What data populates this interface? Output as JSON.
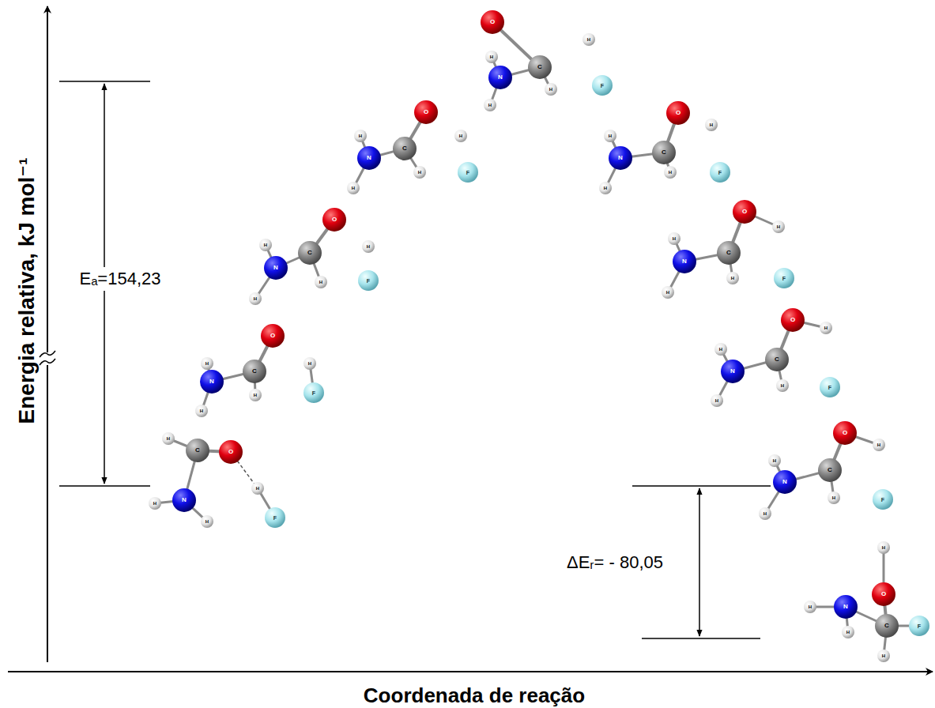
{
  "diagram": {
    "labels": [
      "Energia relativa, kJ mol⁻¹",
      "Coordenada de reação",
      "Eₐ=154,23",
      "ΔEᵣ= - 80,05",
      "O",
      "C",
      "N",
      "H",
      "H",
      "H",
      "H",
      "F",
      "O",
      "C",
      "N",
      "H",
      "H",
      "H",
      "H",
      "F",
      "O",
      "C",
      "N",
      "H",
      "H",
      "H",
      "H",
      "F",
      "O",
      "C",
      "N",
      "H",
      "H",
      "H",
      "H",
      "F",
      "O",
      "C",
      "N",
      "H",
      "H",
      "H",
      "H",
      "F",
      "O",
      "C",
      "N",
      "H",
      "H",
      "H",
      "H",
      "F",
      "O",
      "C",
      "N",
      "H",
      "H",
      "H",
      "H",
      "F",
      "O",
      "C",
      "N",
      "H",
      "H",
      "H",
      "H",
      "F",
      "O",
      "C",
      "N",
      "H",
      "H",
      "H",
      "H",
      "F",
      "O",
      "C",
      "N",
      "H",
      "H",
      "H",
      "H",
      "F"
    ]
  }
}
